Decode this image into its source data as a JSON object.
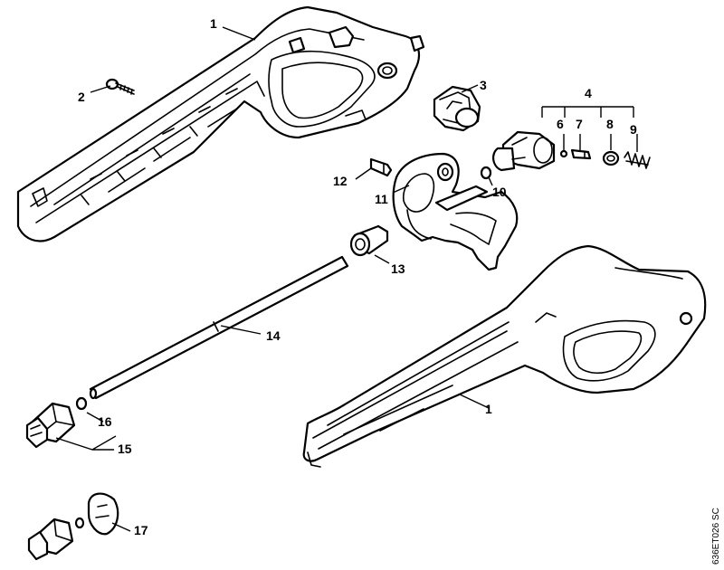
{
  "callouts": {
    "c1_top": "1",
    "c1_bottom": "1",
    "c2": "2",
    "c3": "3",
    "c4": "4",
    "c6": "6",
    "c7": "7",
    "c8": "8",
    "c9": "9",
    "c10": "10",
    "c11": "11",
    "c12": "12",
    "c13": "13",
    "c14": "14",
    "c15": "15",
    "c16": "16",
    "c17": "17"
  },
  "reference_code": "636ET026 SC"
}
